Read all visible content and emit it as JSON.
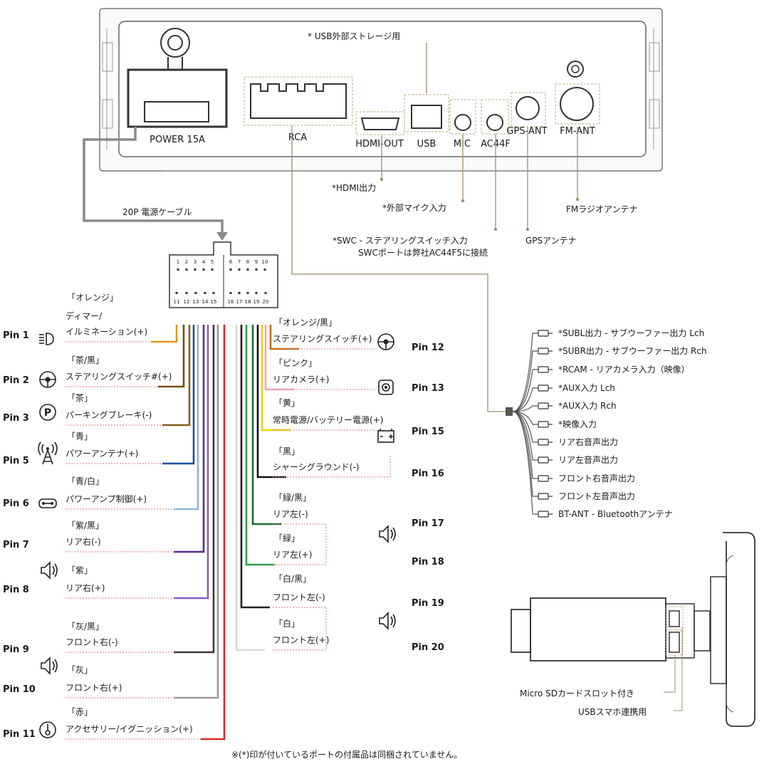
{
  "device": {
    "ports": {
      "power": "POWER 15A",
      "rca": "RCA",
      "hdmi": "HDMI-OUT",
      "usb": "USB",
      "mic": "MIC",
      "ac44f": "AC44F",
      "gps": "GPS-ANT",
      "fm": "FM-ANT"
    },
    "callouts": {
      "usb_storage": "* USB外部ストレージ用",
      "hdmi_out": "*HDMI出力",
      "ext_mic": "*外部マイク入力",
      "swc_line1": "*SWC - ステアリングスイッチ入力",
      "swc_line2": "SWCポートは弊社AC44F5に接続",
      "gps_antenna": "GPSアンテナ",
      "fm_antenna": "FMラジオアンテナ"
    }
  },
  "connector": {
    "cable_label": "20P 電源ケーブル",
    "top_row": [
      "1",
      "2",
      "3",
      "4",
      "5",
      "6",
      "7",
      "8",
      "9",
      "10"
    ],
    "bottom_row": [
      "11",
      "12",
      "13",
      "14",
      "15",
      "16",
      "17",
      "18",
      "19",
      "20"
    ]
  },
  "pins_left": [
    {
      "pin": "Pin 1",
      "color_name": "「オレンジ」",
      "desc": "イルミネーション(+)",
      "desc_extra": "ディマー/",
      "wire": "#e8961e",
      "icon": "headlight-icon"
    },
    {
      "pin": "Pin 2",
      "color_name": "「茶/黒」",
      "desc": "ステアリングスイッチ#(+)",
      "wire": "#7a4a12",
      "icon": "steering-wheel-icon"
    },
    {
      "pin": "Pin 3",
      "color_name": "「茶」",
      "desc": "パーキングブレーキ(-)",
      "wire": "#8b5a1a",
      "icon": "parking-icon"
    },
    {
      "pin": "Pin 5",
      "color_name": "「青」",
      "desc": "パワーアンテナ(+)",
      "wire": "#1f4e9c",
      "icon": "antenna-icon"
    },
    {
      "pin": "Pin 6",
      "color_name": "「青/白」",
      "desc": "パワーアンプ制御(+)",
      "wire": "#8fb1df",
      "icon": "amplifier-icon"
    },
    {
      "pin": "Pin 7",
      "color_name": "「紫/黒」",
      "desc": "リア右(-)",
      "wire": "#5b2d86",
      "icon": ""
    },
    {
      "pin": "Pin 8",
      "color_name": "「紫」",
      "desc": "リア右(+)",
      "wire": "#8a5bc0",
      "icon": "speaker-icon"
    },
    {
      "pin": "Pin 9",
      "color_name": "「灰/黒」",
      "desc": "フロント右(-)",
      "wire": "#3a3a3a",
      "icon": ""
    },
    {
      "pin": "Pin 10",
      "color_name": "「灰」",
      "desc": "フロント右(+)",
      "wire": "#9a9a9a",
      "icon": "speaker-icon"
    },
    {
      "pin": "Pin 11",
      "color_name": "「赤」",
      "desc": "アクセサリー/イグニッション(+)",
      "wire": "#d8262b",
      "icon": "ignition-key-icon"
    }
  ],
  "pins_right": [
    {
      "pin": "Pin 12",
      "color_name": "「オレンジ/黒」",
      "desc": "ステアリングスイッチ(+)",
      "wire": "#c46d10",
      "icon": "steering-wheel-icon"
    },
    {
      "pin": "Pin 13",
      "color_name": "「ピンク」",
      "desc": "リアカメラ(+)",
      "wire": "#f2a3c9",
      "icon": "camera-icon"
    },
    {
      "pin": "Pin 15",
      "color_name": "「黄」",
      "desc": "常時電源/バッテリー電源(+)",
      "wire": "#f0d000",
      "icon": "battery-icon"
    },
    {
      "pin": "Pin 16",
      "color_name": "「黒」",
      "desc": "シャーシグラウンド(-)",
      "wire": "#111111",
      "icon": ""
    },
    {
      "pin": "Pin 17",
      "color_name": "「緑/黒」",
      "desc": "リア左(-)",
      "wire": "#1d6b2e",
      "icon": "speaker-icon"
    },
    {
      "pin": "Pin 18",
      "color_name": "「緑」",
      "desc": "リア左(+)",
      "wire": "#2f9e48",
      "icon": ""
    },
    {
      "pin": "Pin 19",
      "color_name": "「白/黒」",
      "desc": "フロント左(-)",
      "wire": "#222222",
      "icon": "speaker-icon"
    },
    {
      "pin": "Pin 20",
      "color_name": "「白」",
      "desc": "フロント左(+)",
      "wire": "#d9d9d9",
      "icon": ""
    }
  ],
  "rca_outputs": [
    "*SUBL出力 - サブウーファー出力 Lch",
    "*SUBR出力 - サブウーファー出力 Rch",
    "*RCAM - リアカメラ入力（映像）",
    "*AUX入力 Lch",
    "*AUX入力 Rch",
    "*映像入力",
    "リア右音声出力",
    "リア左音声出力",
    "フロント右音声出力",
    "フロント左音声出力",
    "BT-ANT - Bluetoothアンテナ"
  ],
  "side_view": {
    "sd_label": "Micro SDカードスロット付き",
    "usb_label": "USBスマホ連携用"
  },
  "footnote": "※(*)印が付いているポートの付属品は同梱されていません。",
  "colors": {
    "callout_line": "#a08f6a",
    "wire_gray": "#8a8a8a",
    "dash_pink": "#e07a7a"
  }
}
